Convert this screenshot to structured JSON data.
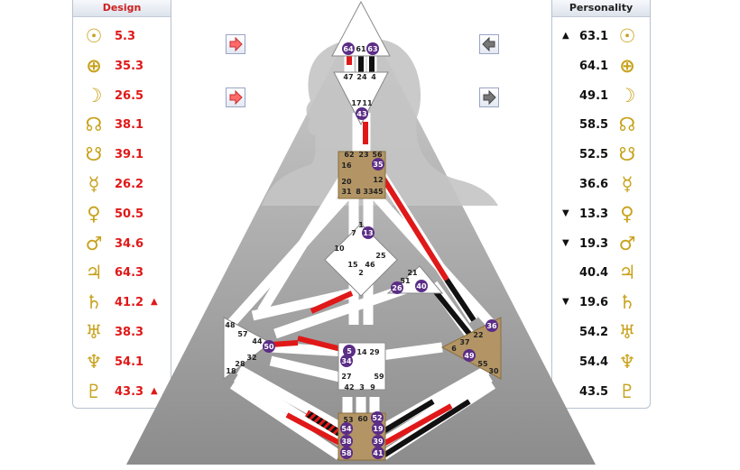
{
  "design": {
    "title": "Design",
    "rows": [
      {
        "glyph": "☉",
        "icon": "sun-icon",
        "value": "5.3",
        "mark": ""
      },
      {
        "glyph": "⊕",
        "icon": "earth-icon",
        "value": "35.3",
        "mark": ""
      },
      {
        "glyph": "☽",
        "icon": "moon-icon",
        "value": "26.5",
        "mark": ""
      },
      {
        "glyph": "☊",
        "icon": "north-node-icon",
        "value": "38.1",
        "mark": ""
      },
      {
        "glyph": "☋",
        "icon": "south-node-icon",
        "value": "39.1",
        "mark": ""
      },
      {
        "glyph": "☿",
        "icon": "mercury-icon",
        "value": "26.2",
        "mark": ""
      },
      {
        "glyph": "♀",
        "icon": "venus-icon",
        "value": "50.5",
        "mark": ""
      },
      {
        "glyph": "♂",
        "icon": "mars-icon",
        "value": "34.6",
        "mark": ""
      },
      {
        "glyph": "♃",
        "icon": "jupiter-icon",
        "value": "64.3",
        "mark": ""
      },
      {
        "glyph": "♄",
        "icon": "saturn-icon",
        "value": "41.2",
        "mark": "▲"
      },
      {
        "glyph": "♅",
        "icon": "uranus-icon",
        "value": "38.3",
        "mark": ""
      },
      {
        "glyph": "♆",
        "icon": "neptune-icon",
        "value": "54.1",
        "mark": ""
      },
      {
        "glyph": "♇",
        "icon": "pluto-icon",
        "value": "43.3",
        "mark": "▲"
      }
    ]
  },
  "personality": {
    "title": "Personality",
    "rows": [
      {
        "glyph": "☉",
        "icon": "sun-icon",
        "value": "63.1",
        "mark": "▲"
      },
      {
        "glyph": "⊕",
        "icon": "earth-icon",
        "value": "64.1",
        "mark": ""
      },
      {
        "glyph": "☽",
        "icon": "moon-icon",
        "value": "49.1",
        "mark": ""
      },
      {
        "glyph": "☊",
        "icon": "north-node-icon",
        "value": "58.5",
        "mark": ""
      },
      {
        "glyph": "☋",
        "icon": "south-node-icon",
        "value": "52.5",
        "mark": ""
      },
      {
        "glyph": "☿",
        "icon": "mercury-icon",
        "value": "36.6",
        "mark": ""
      },
      {
        "glyph": "♀",
        "icon": "venus-icon",
        "value": "13.3",
        "mark": "▼"
      },
      {
        "glyph": "♂",
        "icon": "mars-icon",
        "value": "19.3",
        "mark": "▼"
      },
      {
        "glyph": "♃",
        "icon": "jupiter-icon",
        "value": "40.4",
        "mark": ""
      },
      {
        "glyph": "♄",
        "icon": "saturn-icon",
        "value": "19.6",
        "mark": "▼"
      },
      {
        "glyph": "♅",
        "icon": "uranus-icon",
        "value": "54.2",
        "mark": ""
      },
      {
        "glyph": "♆",
        "icon": "neptune-icon",
        "value": "54.4",
        "mark": ""
      },
      {
        "glyph": "♇",
        "icon": "pluto-icon",
        "value": "43.5",
        "mark": ""
      }
    ]
  },
  "colors": {
    "design_red": "#e01818",
    "personality_black": "#111111",
    "glyph_gold": "#c8a21c",
    "gate_purple": "#5b2d86",
    "center_tan": "#b39565",
    "center_white": "#ffffff",
    "silhouette_grey": "#bcbcbc",
    "pyramid_grey": "#9b9b9b"
  },
  "centers": {
    "head": [
      "64",
      "61",
      "63"
    ],
    "ajna": [
      "47",
      "24",
      "4",
      "17",
      "11",
      "43"
    ],
    "throat": [
      "62",
      "23",
      "56",
      "16",
      "35",
      "20",
      "12",
      "31",
      "8",
      "33",
      "45"
    ],
    "g": [
      "1",
      "7",
      "13",
      "10",
      "25",
      "15",
      "46",
      "2"
    ],
    "heart": [
      "21",
      "51",
      "26",
      "40"
    ],
    "spleen": [
      "48",
      "57",
      "44",
      "50",
      "32",
      "28",
      "18"
    ],
    "sacral": [
      "5",
      "14",
      "29",
      "34",
      "27",
      "59",
      "42",
      "3",
      "9"
    ],
    "solar_plexus": [
      "36",
      "22",
      "37",
      "6",
      "49",
      "55",
      "30"
    ],
    "root": [
      "53",
      "60",
      "52",
      "54",
      "19",
      "38",
      "39",
      "58",
      "41"
    ]
  }
}
